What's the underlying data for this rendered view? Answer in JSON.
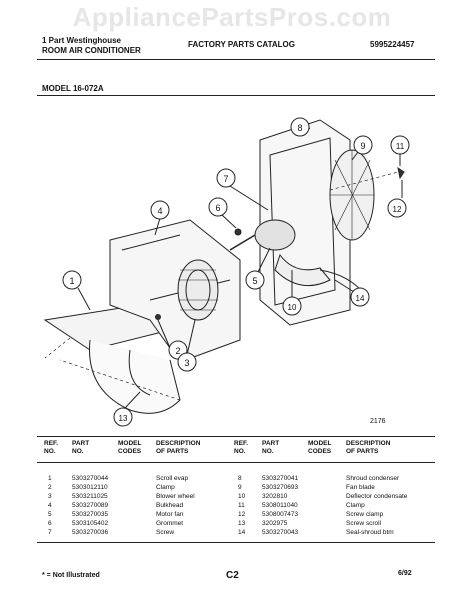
{
  "watermark": "AppliancePartsPros.com",
  "header": {
    "line1_left": "1 Part  Westinghouse",
    "line2_left": "ROOM AIR CONDITIONER",
    "center": "FACTORY PARTS CATALOG",
    "right": "5995224457",
    "model": "MODEL 16-072A"
  },
  "diagram": {
    "callouts": [
      "1",
      "2",
      "3",
      "4",
      "5",
      "6",
      "7",
      "8",
      "9",
      "10",
      "11",
      "12",
      "13",
      "14"
    ],
    "code": "2176"
  },
  "table": {
    "headers": {
      "ref": "REF.",
      "ref2": "NO.",
      "part": "PART",
      "part2": "NO.",
      "model": "MODEL",
      "model2": "CODES",
      "desc": "DESCRIPTION",
      "desc2": "OF PARTS"
    },
    "left": [
      {
        "ref": "1",
        "part": "5303270044",
        "desc": "Scroll evap"
      },
      {
        "ref": "2",
        "part": "5303012110",
        "desc": "Clamp"
      },
      {
        "ref": "3",
        "part": "5303211025",
        "desc": "Blower wheel"
      },
      {
        "ref": "4",
        "part": "5303270089",
        "desc": "Bulkhead"
      },
      {
        "ref": "5",
        "part": "5303270035",
        "desc": "Motor fan"
      },
      {
        "ref": "6",
        "part": "5303105402",
        "desc": "Grommet"
      },
      {
        "ref": "7",
        "part": "5303270036",
        "desc": "Screw"
      }
    ],
    "right": [
      {
        "ref": "8",
        "part": "5303270041",
        "desc": "Shroud condenser"
      },
      {
        "ref": "9",
        "part": "5303270693",
        "desc": "Fan blade"
      },
      {
        "ref": "10",
        "part": "3202810",
        "desc": "Deflector condensate"
      },
      {
        "ref": "11",
        "part": "5308011040",
        "desc": "Clamp"
      },
      {
        "ref": "12",
        "part": "5308007473",
        "desc": "Screw clamp"
      },
      {
        "ref": "13",
        "part": "3202975",
        "desc": "Screw scroll"
      },
      {
        "ref": "14",
        "part": "5303270043",
        "desc": "Seal-shroud btm"
      }
    ]
  },
  "footer": {
    "note": "* = Not Illustrated",
    "page": "C2",
    "date": "6/92"
  }
}
